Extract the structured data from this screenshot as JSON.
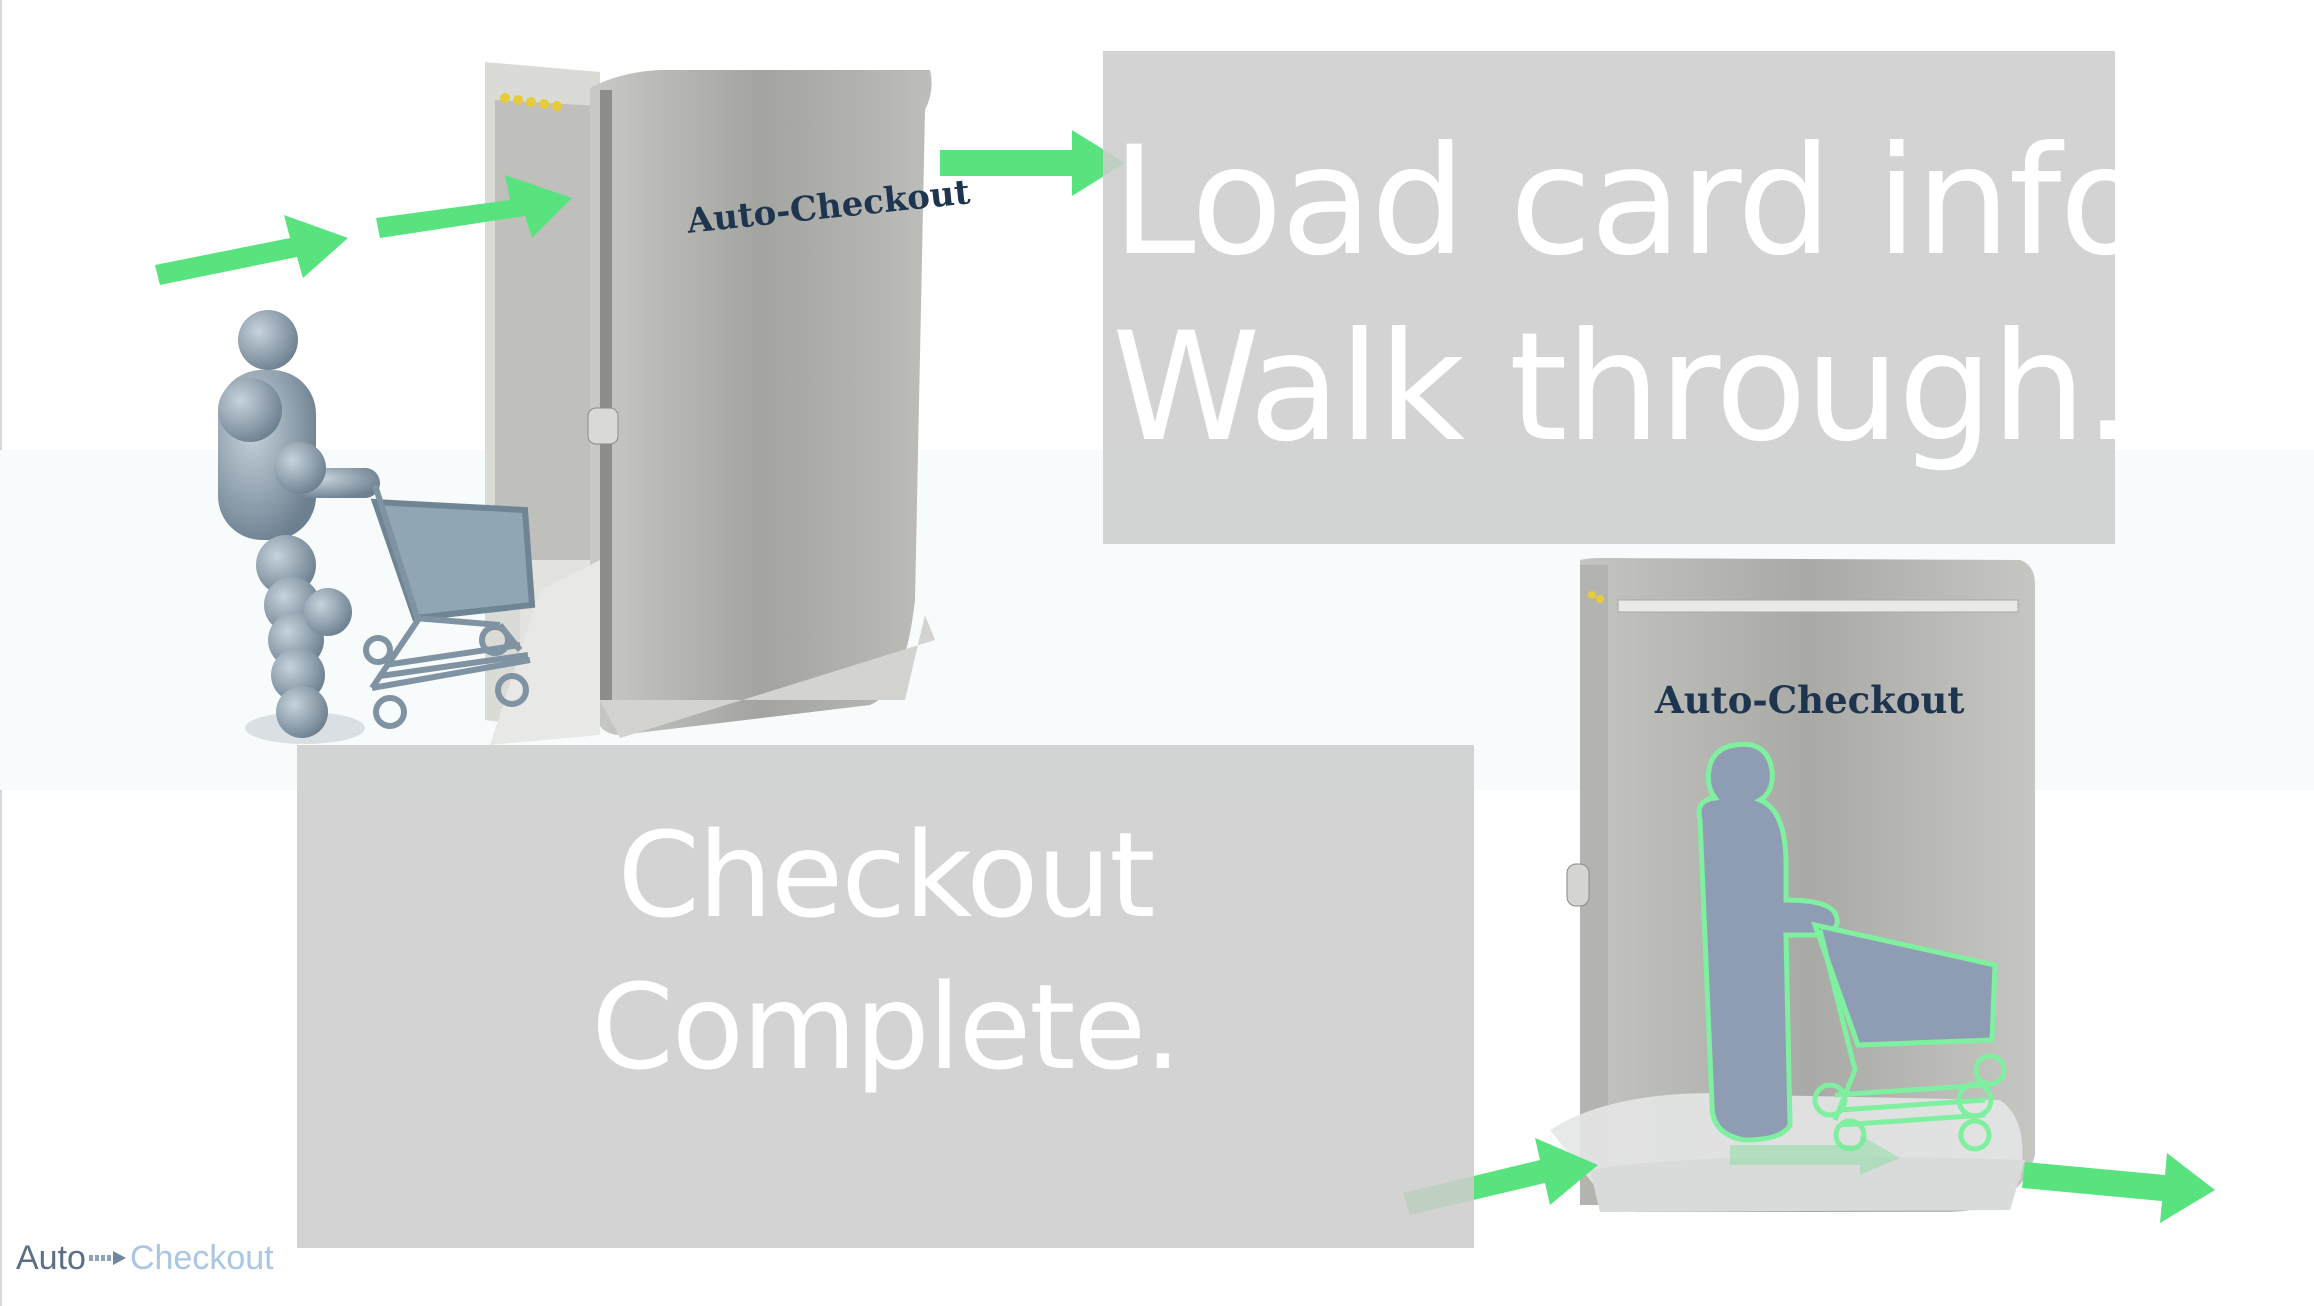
{
  "slide": {
    "caption_top": {
      "line1": "Load card info.",
      "line2": "Walk through."
    },
    "caption_bottom": {
      "line1": "Checkout",
      "line2": "Complete."
    },
    "door_labels": {
      "entry_door": "Auto-Checkout",
      "exit_door": "Auto-Checkout"
    },
    "logo": {
      "part1": "Auto",
      "part2": "Checkout",
      "arrow_icon": "dashed-arrow-icon"
    }
  },
  "colors": {
    "arrow_green": "#58e37f",
    "overlay_gray": "#cdcdcd",
    "door_gray": "#a6a6a3",
    "figure_blue": "#8b9fae",
    "label_navy": "#1e3550",
    "logo_auto": "#5b6f86",
    "logo_checkout": "#a9c6e2"
  }
}
